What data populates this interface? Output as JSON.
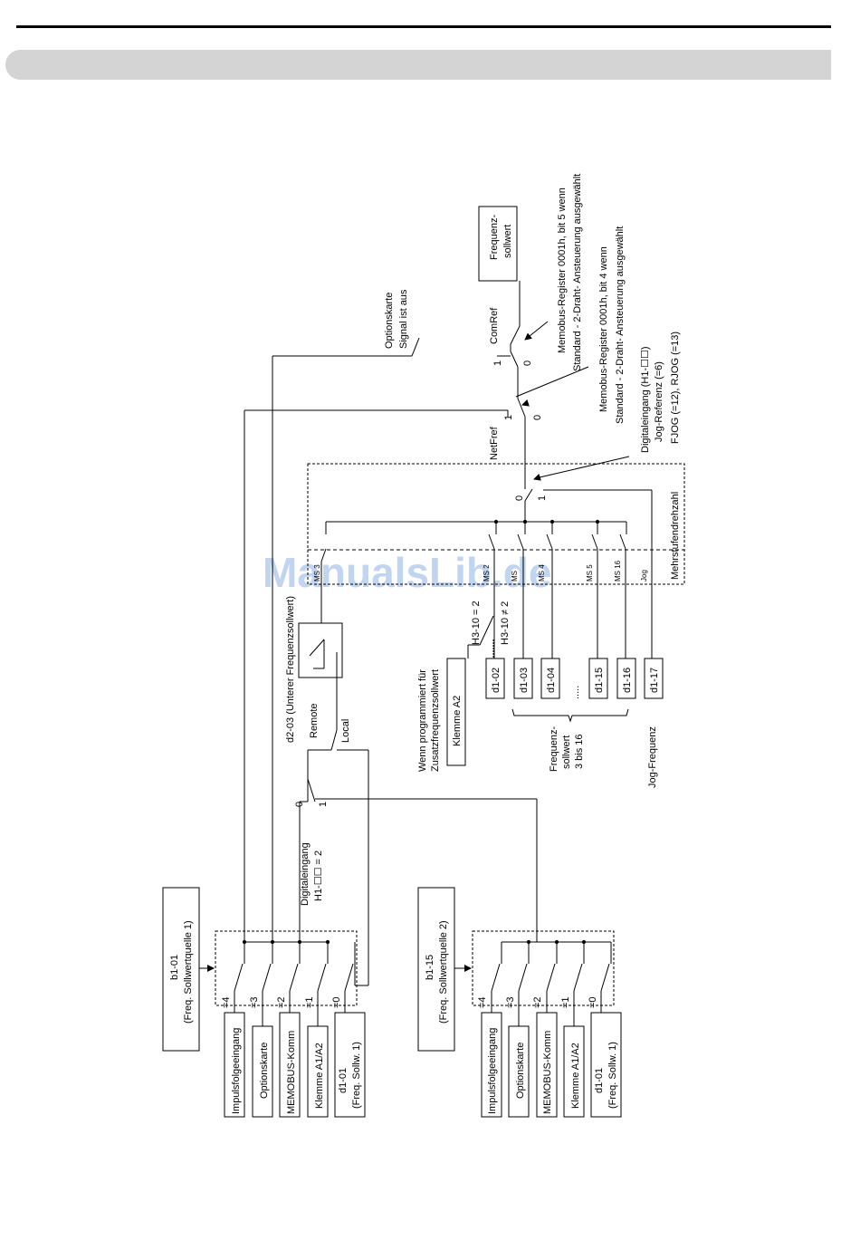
{
  "watermark": "ManualsLib.de",
  "source1": {
    "param": "b1-01",
    "title": "(Freq. Sollwertquelle 1)",
    "inputs": [
      "Impulsfolgeeingang",
      "Optionskarte",
      "MEMOBUS-Komm",
      "Klemme A1/A2"
    ],
    "d1_param": "d1-01",
    "d1_sub": "(Freq. Sollw. 1)",
    "selectors": [
      "=4",
      "=3",
      "=2",
      "=1",
      "=0"
    ]
  },
  "source2": {
    "param": "b1-15",
    "title": "(Freq. Sollwertquelle 2)",
    "inputs": [
      "Impulsfolgeeingang",
      "Optionskarte",
      "MEMOBUS-Komm",
      "Klemme A1/A2"
    ],
    "d1_param": "d1-01",
    "d1_sub": "(Freq. Sollw. 1)",
    "selectors": [
      "=4",
      "=3",
      "=2",
      "=1",
      "=0"
    ]
  },
  "digital_input": {
    "line1": "Digitaleingang",
    "line2": "H1-☐☐ = 2",
    "pos0": "0",
    "pos1": "1"
  },
  "remote": "Remote",
  "local": "Local",
  "d2_03": "d2-03 (Unterer Frequenzsollwert)",
  "klemme_a2": {
    "note1": "Wenn programmiert für",
    "note2": "Zusatzfrequenzsollwert",
    "box": "Klemme A2",
    "cond1": "H3-10 = 2",
    "cond2": "H3-10 ≠ 2"
  },
  "speeds": [
    "d1-02",
    "d1-03",
    "d1-04",
    "d1-15",
    "d1-16",
    "d1-17"
  ],
  "speed_dots": ".....",
  "speed_caption": [
    "Frequenz-",
    "sollwert",
    "3 bis 16"
  ],
  "jog_caption": "Jog-Frequenz",
  "ms_labels": [
    "MS 2",
    "MS",
    "MS 4",
    "MS 5",
    "MS 16",
    "Jog",
    "MS 3"
  ],
  "multistep_title": "Mehrstufendrehzahl",
  "jog_switch": {
    "pos0": "0",
    "pos1": "1"
  },
  "jog_input": {
    "line1": "Digitaleingang (H1-☐☐)",
    "line2": "Jog-Referenz (=6)",
    "line3": "FJOG (=12),  RJOG (=13)"
  },
  "netref": {
    "label": "NetFref",
    "pos1": "1",
    "pos0": "0",
    "note1": "Memobus-Register 0001h, bit 4 wenn",
    "note2": "Standard - 2-Draht- Ansteuerung ausgewählt"
  },
  "comref": {
    "label": "ComRef",
    "pos1": "1",
    "pos0": "0",
    "note1": "Memobus-Register 0001h, bit 5 wenn",
    "note2": "Standard - 2-Draht- Ansteuerung ausgewählt"
  },
  "option_card": {
    "line1": "Optionskarte",
    "line2": "Signal ist aus"
  },
  "output": {
    "line1": "Frequenz-",
    "line2": "sollwert"
  }
}
